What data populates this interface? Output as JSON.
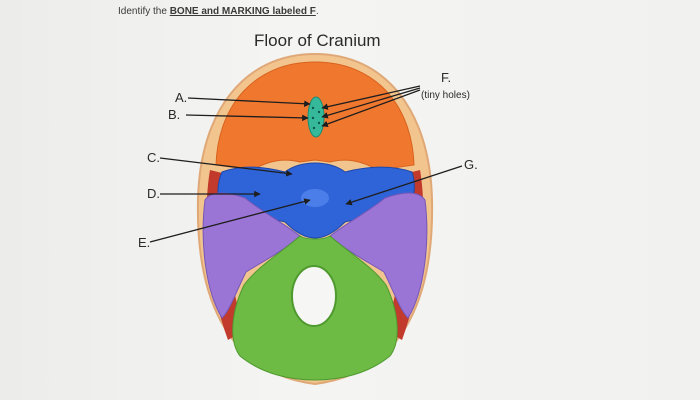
{
  "question": {
    "prefix": "Identify the ",
    "emphasis": "BONE and MARKING labeled F",
    "suffix": "."
  },
  "figure": {
    "title": "Floor of Cranium"
  },
  "labels": {
    "a": "A.",
    "b": "B.",
    "c": "C.",
    "d": "D.",
    "e": "E.",
    "f": "F.",
    "f_note": "(tiny holes)",
    "g": "G."
  },
  "colors": {
    "frontal": "#f0772e",
    "ethmoid": "#36b89a",
    "sphenoid": "#2f63d8",
    "temporal": "#9a75d6",
    "occipital": "#6dbb45",
    "parietal": "#c23a2c",
    "skull_rim": "#f2c48e",
    "arrow": "#1e1e1e"
  }
}
